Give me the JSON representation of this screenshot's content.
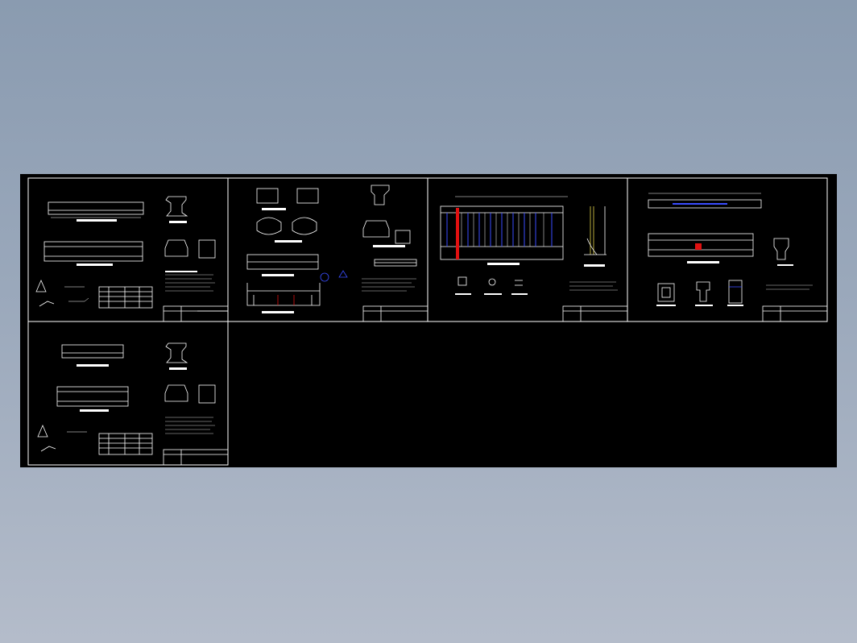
{
  "viewer": {
    "background": "#9aa8bb",
    "canvas_color": "#000000",
    "line_color": "#ffffff",
    "accent_blue": "#3a4dff",
    "accent_red": "#e01010",
    "accent_yellow": "#e8d84a"
  },
  "sheets": [
    {
      "id": "sheet-1",
      "kind": "kerb-detail"
    },
    {
      "id": "sheet-2",
      "kind": "section-detail"
    },
    {
      "id": "sheet-3",
      "kind": "railing-elevation"
    },
    {
      "id": "sheet-4",
      "kind": "plan-and-section"
    },
    {
      "id": "sheet-5",
      "kind": "kerb-detail"
    }
  ]
}
